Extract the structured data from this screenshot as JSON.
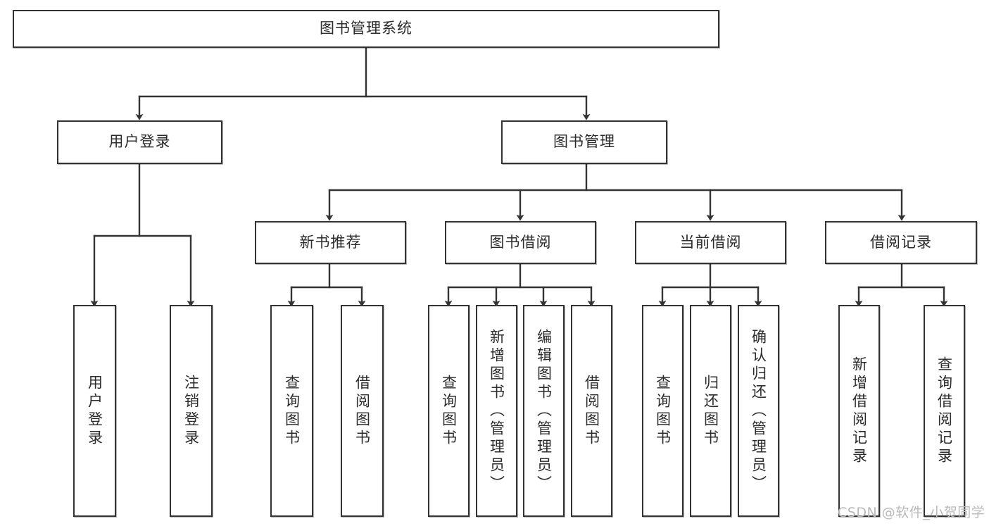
{
  "diagram": {
    "type": "tree-hierarchy-chart",
    "title": "图书管理系统",
    "watermark": "CSDN @软件_小贺同学",
    "colors": {
      "box_border": "#333333",
      "box_fill": "#ffffff",
      "edge": "#333333",
      "text": "#2b2b2b",
      "watermark": "#b9b9b9"
    },
    "levels": {
      "root": {
        "label": "图书管理系统"
      },
      "level2": [
        {
          "id": "user-login",
          "label": "用户登录"
        },
        {
          "id": "book-management",
          "label": "图书管理"
        }
      ],
      "level3": [
        {
          "id": "new-book-recommend",
          "label": "新书推荐"
        },
        {
          "id": "book-borrow",
          "label": "图书借阅"
        },
        {
          "id": "current-borrow",
          "label": "当前借阅"
        },
        {
          "id": "borrow-record",
          "label": "借阅记录"
        }
      ],
      "leaves": {
        "user_login": [
          {
            "id": "leaf-user-login",
            "label": "用户登录"
          },
          {
            "id": "leaf-logout-login",
            "label": "注销登录"
          }
        ],
        "new_book_recommend": [
          {
            "id": "leaf-query-book-1",
            "label": "查询图书"
          },
          {
            "id": "leaf-borrow-book-1",
            "label": "借阅图书"
          }
        ],
        "book_borrow": [
          {
            "id": "leaf-query-book-2",
            "label": "查询图书"
          },
          {
            "id": "leaf-add-book",
            "label": "新增图书（管理员）"
          },
          {
            "id": "leaf-edit-book",
            "label": "编辑图书（管理员）"
          },
          {
            "id": "leaf-borrow-book-2",
            "label": "借阅图书"
          }
        ],
        "current_borrow": [
          {
            "id": "leaf-query-book-3",
            "label": "查询图书"
          },
          {
            "id": "leaf-return-book",
            "label": "归还图书"
          },
          {
            "id": "leaf-confirm-return",
            "label": "确认归还（管理员）"
          }
        ],
        "borrow_record": [
          {
            "id": "leaf-add-record",
            "label": "新增借阅记录"
          },
          {
            "id": "leaf-query-record",
            "label": "查询借阅记录"
          }
        ]
      }
    }
  }
}
